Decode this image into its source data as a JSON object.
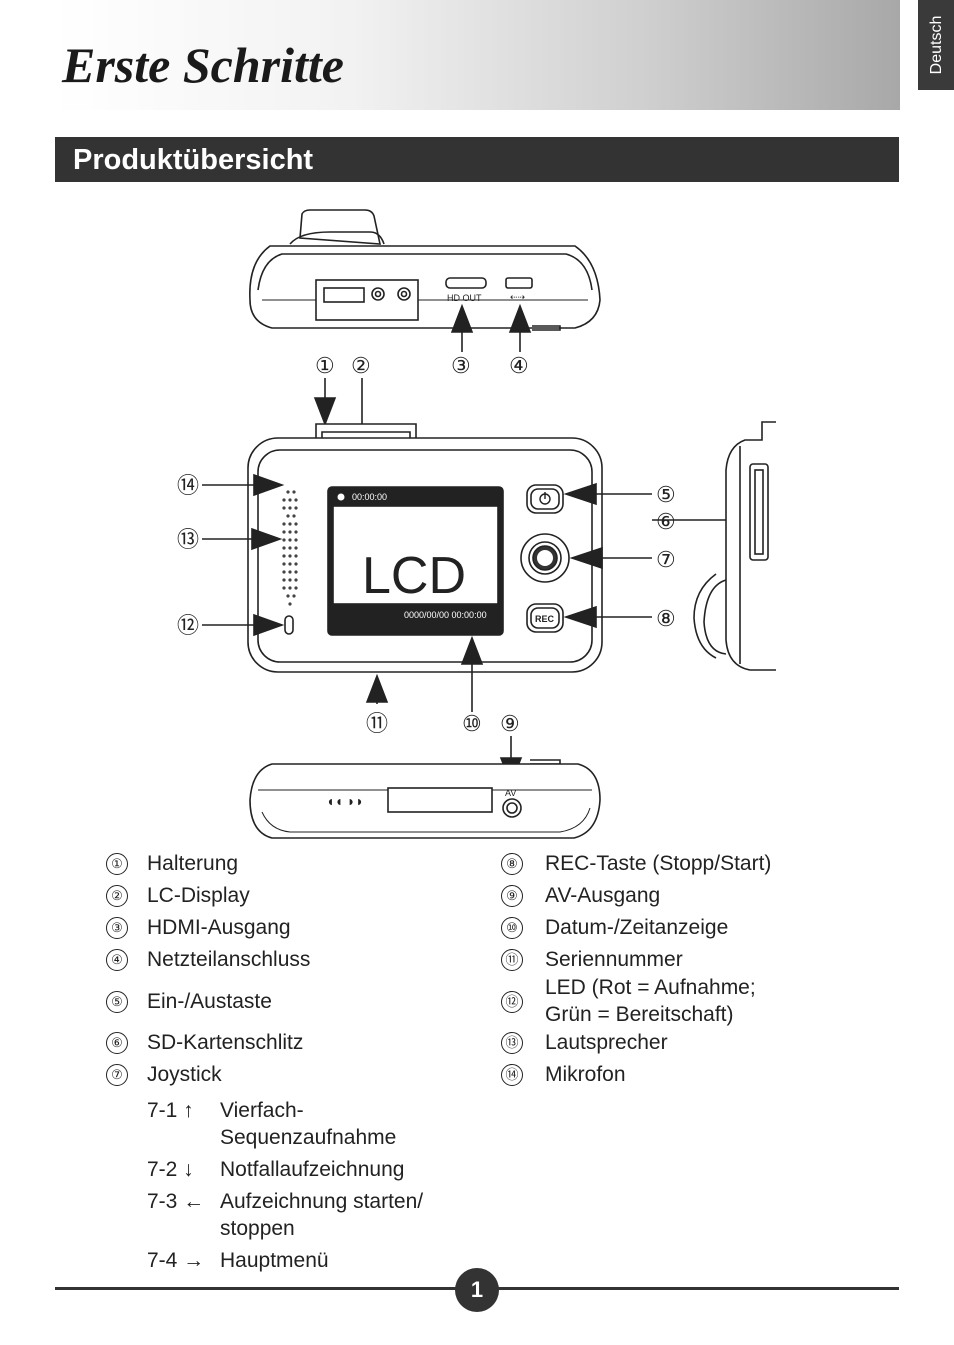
{
  "header": {
    "title": "Erste Schritte",
    "language_tab": "Deutsch"
  },
  "section": {
    "title": "Produktübersicht"
  },
  "diagram": {
    "callouts": [
      "①",
      "②",
      "③",
      "④",
      "⑤",
      "⑥",
      "⑦",
      "⑧",
      "⑨",
      "⑩",
      "⑪",
      "⑫",
      "⑬",
      "⑭"
    ],
    "lcd_label": "LCD",
    "lcd_top_time": "00:00:00",
    "lcd_bottom_datetime": "0000/00/00  00:00:00",
    "port_hd": "HD OUT",
    "port_av": "AV",
    "button_rec": "REC"
  },
  "legend_left": [
    {
      "num": "①",
      "text": "Halterung"
    },
    {
      "num": "②",
      "text": "LC-Display"
    },
    {
      "num": "③",
      "text": "HDMI-Ausgang"
    },
    {
      "num": "④",
      "text": "Netzteilanschluss"
    },
    {
      "num": "⑤",
      "text": "Ein-/Austaste"
    },
    {
      "num": "⑥",
      "text": "SD-Kartenschlitz"
    },
    {
      "num": "⑦",
      "text": "Joystick"
    }
  ],
  "joystick_sub": [
    {
      "code": "7-1 ↑",
      "text1": "Vierfach-",
      "text2": "Sequenzaufnahme"
    },
    {
      "code": "7-2 ↓",
      "text1": "Notfallaufzeichnung",
      "text2": ""
    },
    {
      "code": "7-3 ←",
      "text1": "Aufzeichnung starten/",
      "text2": "stoppen"
    },
    {
      "code": "7-4 →",
      "text1": "Hauptmenü",
      "text2": ""
    }
  ],
  "legend_right": [
    {
      "num": "⑧",
      "text1": "REC-Taste (Stopp/Start)",
      "text2": ""
    },
    {
      "num": "⑨",
      "text1": "AV-Ausgang",
      "text2": ""
    },
    {
      "num": "⑩",
      "text1": "Datum-/Zeitanzeige",
      "text2": ""
    },
    {
      "num": "⑪",
      "text1": "Seriennummer",
      "text2": ""
    },
    {
      "num": "⑫",
      "text1": "LED (Rot = Aufnahme;",
      "text2": "Grün = Bereitschaft)"
    },
    {
      "num": "⑬",
      "text1": "Lautsprecher",
      "text2": ""
    },
    {
      "num": "⑭",
      "text1": "Mikrofon",
      "text2": ""
    }
  ],
  "footer": {
    "page_number": "1"
  },
  "colors": {
    "dark": "#333333",
    "line": "#222222"
  }
}
